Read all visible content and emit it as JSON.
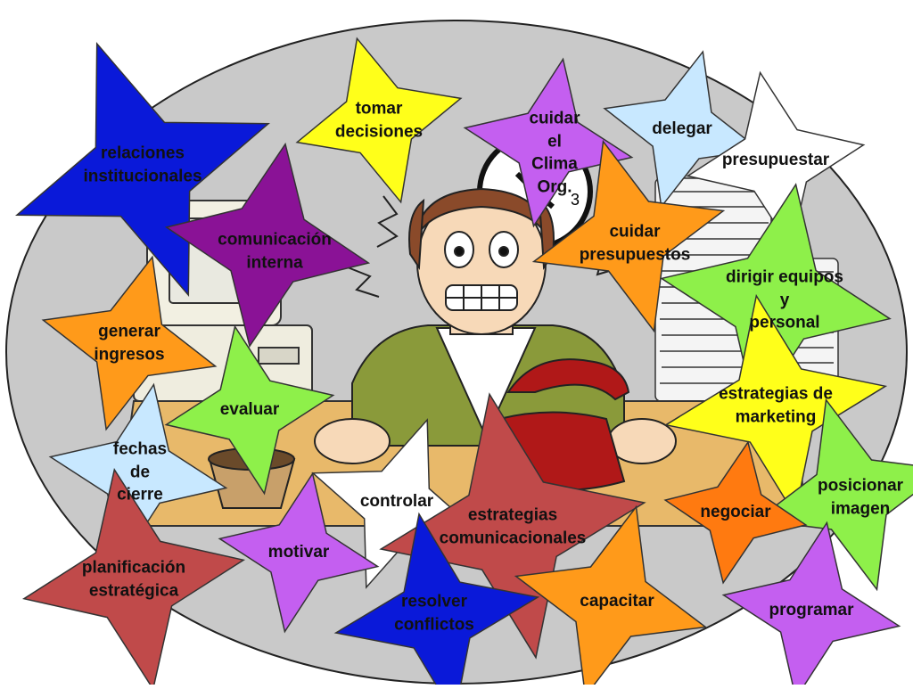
{
  "stars": [
    {
      "id": "relaciones",
      "text": "relaciones\ninstitucionales",
      "color": "#0a19d9"
    },
    {
      "id": "tomar",
      "text": "tomar\ndecisiones",
      "color": "#ffff1a"
    },
    {
      "id": "cuidar-clima",
      "text": "cuidar\nel\nClima\nOrg.",
      "color": "#c45ff0"
    },
    {
      "id": "delegar",
      "text": "delegar",
      "color": "#c8e8ff"
    },
    {
      "id": "presupuestar",
      "text": "presupuestar",
      "color": "#ffffff"
    },
    {
      "id": "comunicacion",
      "text": "comunicación\ninterna",
      "color": "#8a1296"
    },
    {
      "id": "cuidar-presupuestos",
      "text": "cuidar\npresupuestos",
      "color": "#ff9a1a"
    },
    {
      "id": "dirigir",
      "text": "dirigir equipos y\npersonal",
      "color": "#8ef04a"
    },
    {
      "id": "generar",
      "text": "generar\ningresos",
      "color": "#ff9a1a"
    },
    {
      "id": "evaluar",
      "text": "evaluar",
      "color": "#8ef04a"
    },
    {
      "id": "estrategias-marketing",
      "text": "estrategias de\nmarketing",
      "color": "#ffff1a"
    },
    {
      "id": "fechas",
      "text": "fechas\nde\ncierre",
      "color": "#c8e8ff"
    },
    {
      "id": "posicionar",
      "text": "posicionar\nimagen",
      "color": "#8ef04a"
    },
    {
      "id": "controlar",
      "text": "controlar",
      "color": "#ffffff"
    },
    {
      "id": "estrategias-com",
      "text": "estrategias\ncomunicacionales",
      "color": "#c04a4a"
    },
    {
      "id": "negociar",
      "text": "negociar",
      "color": "#ff7a10"
    },
    {
      "id": "planificacion",
      "text": "planificación\nestratégica",
      "color": "#c04a4a"
    },
    {
      "id": "motivar",
      "text": "motivar",
      "color": "#c45ff0"
    },
    {
      "id": "resolver",
      "text": "resolver\nconflictos",
      "color": "#0a19d9"
    },
    {
      "id": "capacitar",
      "text": "capacitar",
      "color": "#ff9a1a"
    },
    {
      "id": "programar",
      "text": "programar",
      "color": "#c45ff0"
    }
  ],
  "colors": {
    "background_ellipse": "#c9c9c9",
    "desk": "#e8b96a",
    "jacket": "#8a9a3a",
    "phone": "#b01818",
    "hair": "#8a4a2a",
    "skin": "#f7d9b8"
  }
}
